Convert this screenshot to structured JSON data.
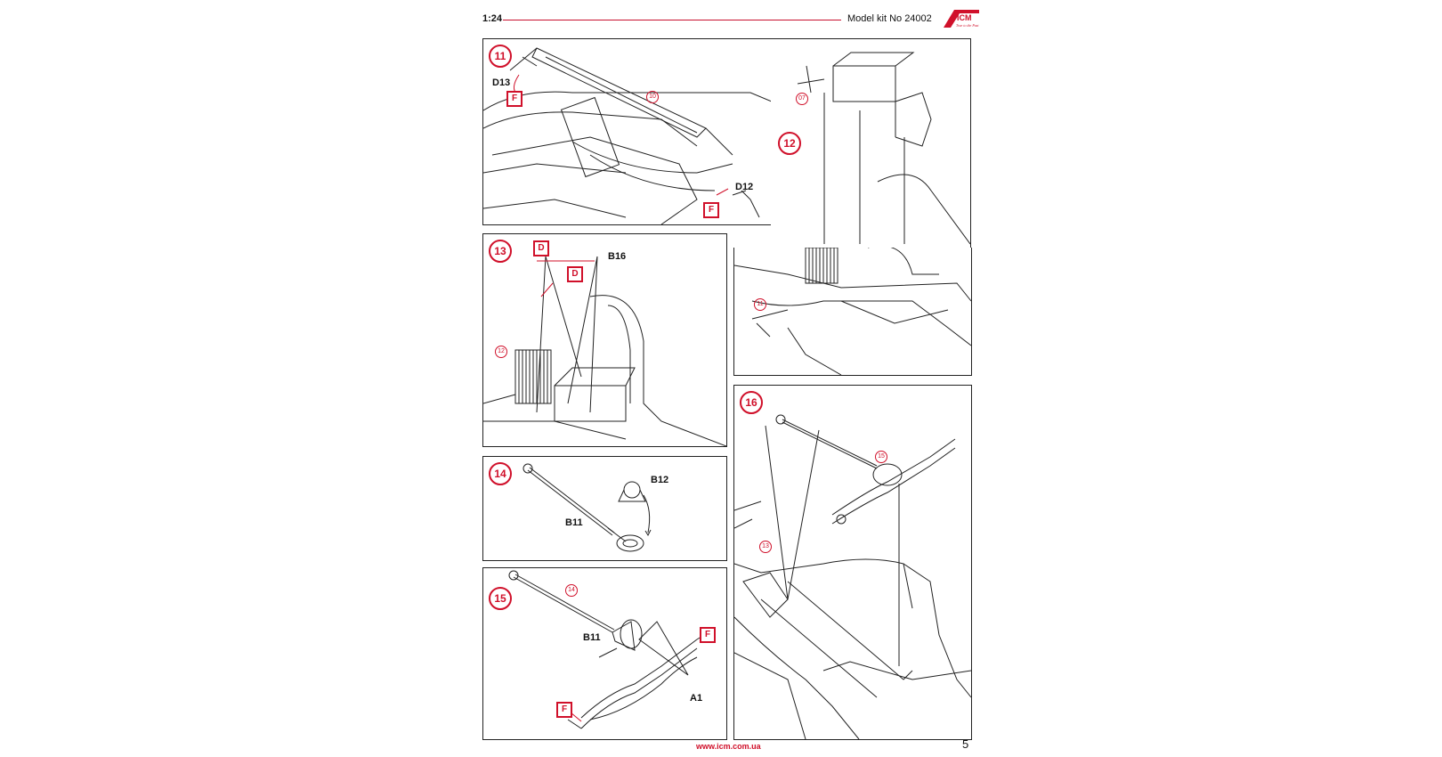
{
  "header": {
    "scale": "1:24",
    "kit": "Model kit No 24002",
    "logo": "ICM",
    "logo_tagline": "True to the Past"
  },
  "steps": {
    "s11": {
      "number": "11",
      "ref": "10",
      "parts": [
        "D13",
        "D12"
      ],
      "paint": [
        "F",
        "F"
      ]
    },
    "s12": {
      "number": "12",
      "refs": [
        "07",
        "11"
      ]
    },
    "s13": {
      "number": "13",
      "ref": "12",
      "parts": [
        "B16"
      ],
      "paint": [
        "D",
        "D"
      ]
    },
    "s14": {
      "number": "14",
      "parts": [
        "B12",
        "B11"
      ]
    },
    "s15": {
      "number": "15",
      "ref": "14",
      "parts": [
        "B11",
        "A1"
      ],
      "paint": [
        "F",
        "F"
      ]
    },
    "s16": {
      "number": "16",
      "refs": [
        "15",
        "13"
      ]
    }
  },
  "footer": {
    "url": "www.icm.com.ua",
    "page": "5"
  },
  "colors": {
    "accent": "#d0102a",
    "line": "#222222"
  }
}
